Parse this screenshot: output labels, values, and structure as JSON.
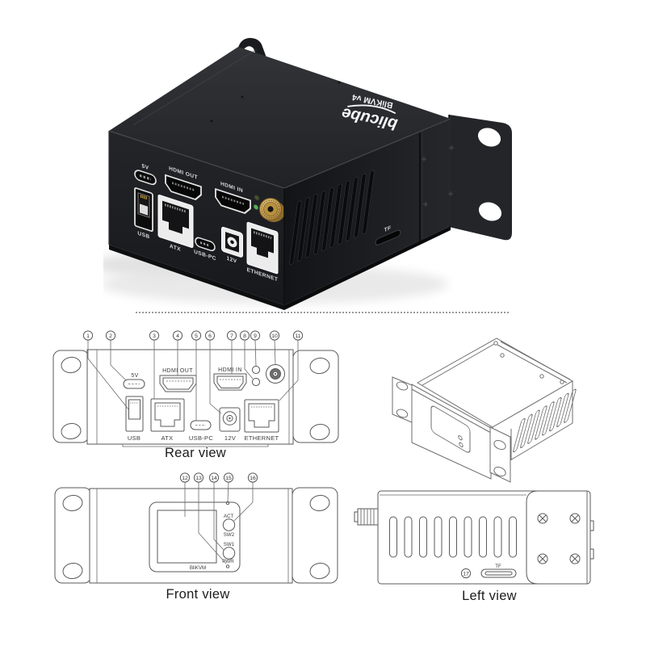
{
  "colors": {
    "device_black": "#1d1f22",
    "antenna_gold": "#c9a35a",
    "diagram_line": "#5a5a5a"
  },
  "photo": {
    "brand": "blicube",
    "model": "BliKVM v4",
    "labels": {
      "v5": "5V",
      "hdmi_out": "HDMI OUT",
      "hdmi_in": "HDMI IN",
      "usb": "USB",
      "atx": "ATX",
      "usb_pc": "USB-PC",
      "v12": "12V",
      "ethernet": "ETHERNET",
      "tf": "TF"
    }
  },
  "rear_view": {
    "caption": "Rear view",
    "callouts": [
      "1",
      "2",
      "3",
      "4",
      "5",
      "6",
      "7",
      "8",
      "9",
      "10",
      "11"
    ],
    "labels": {
      "v5": "5V",
      "hdmi_out": "HDMI OUT",
      "hdmi_in": "HDMI IN",
      "usb": "USB",
      "atx": "ATX",
      "usb_pc": "USB-PC",
      "v12": "12V",
      "ethernet": "ETHERNET"
    }
  },
  "front_view": {
    "caption": "Front view",
    "callouts": [
      "12",
      "13",
      "14",
      "15",
      "16"
    ],
    "labels": {
      "act": "ACT",
      "sw2": "SW2",
      "sw1": "SW1",
      "pwr": "PWR",
      "screen": "BliKVM"
    }
  },
  "left_view": {
    "caption": "Left view",
    "callout": "17",
    "labels": {
      "tf": "TF"
    }
  }
}
